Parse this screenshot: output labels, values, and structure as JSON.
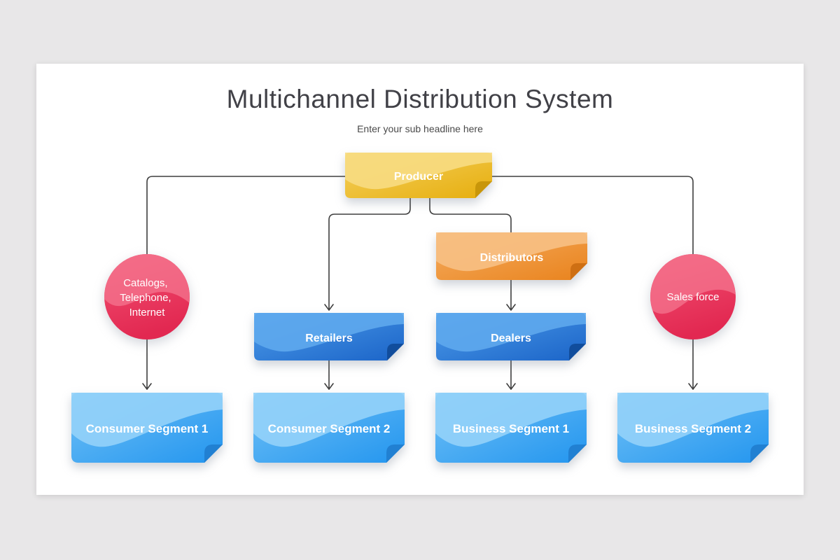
{
  "slide": {
    "title": "Multichannel Distribution System",
    "subtitle": "Enter your sub headline here"
  },
  "nodes": {
    "producer": {
      "label": "Producer"
    },
    "distributors": {
      "label": "Distributors"
    },
    "retailers": {
      "label": "Retailers"
    },
    "dealers": {
      "label": "Dealers"
    },
    "consumer_segment_1": {
      "label": "Consumer Segment 1"
    },
    "consumer_segment_2": {
      "label": "Consumer Segment 2"
    },
    "business_segment_1": {
      "label": "Business Segment 1"
    },
    "business_segment_2": {
      "label": "Business Segment 2"
    },
    "direct_channels": {
      "lines": [
        "Catalogs,",
        "Telephone,",
        "Internet"
      ]
    },
    "sales_force": {
      "label": "Sales force"
    }
  },
  "colors": {
    "producer": {
      "top": "#f5d160",
      "bottom": "#e6ae0e",
      "wave": "#f7db82",
      "fold": "#c8960a"
    },
    "distributors": {
      "top": "#f5ad61",
      "bottom": "#e9831d",
      "wave": "#f7c084",
      "fold": "#ce6f13"
    },
    "mid_blue": {
      "top": "#4d9ce9",
      "bottom": "#1b64c8",
      "wave": "#5ea8ed",
      "fold": "#114d9c"
    },
    "light_blue": {
      "top": "#6fc0f6",
      "bottom": "#2496ef",
      "wave": "#93d2fa",
      "fold": "#2180d2"
    },
    "pink": {
      "top": "#f25273",
      "bottom": "#e22851",
      "wave": "#f4758f"
    },
    "connector": "#3f3f3f",
    "title_text": "#414147",
    "node_text": "#ffffff",
    "background": "#e8e7e8",
    "slide_background": "#ffffff"
  }
}
